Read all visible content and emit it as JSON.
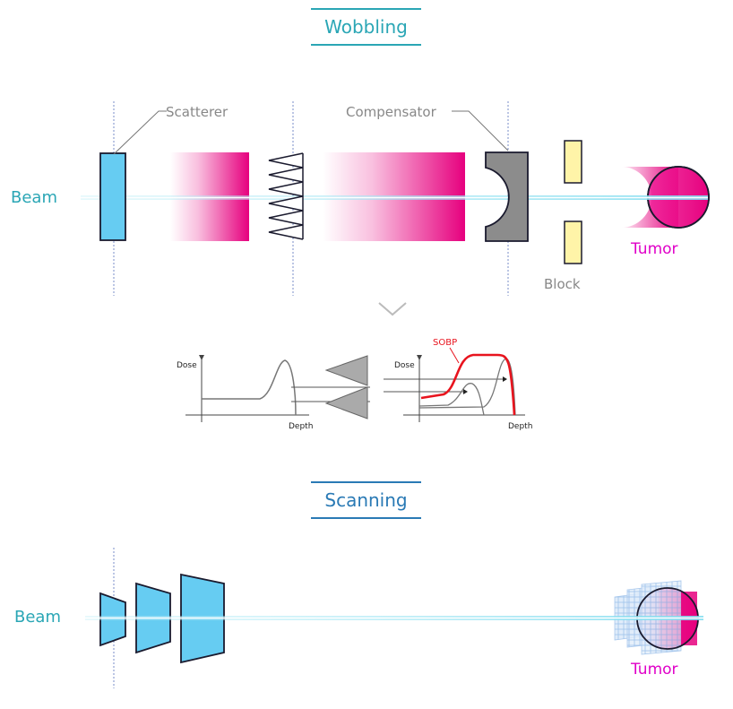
{
  "wobbling": {
    "title": "Wobbling",
    "beam_label": "Beam",
    "scatterer_label": "Scatterer",
    "compensator_label": "Compensator",
    "block_label": "Block",
    "tumor_label": "Tumor"
  },
  "sobp_chart": {
    "left_ylabel": "Dose",
    "left_xlabel": "Depth",
    "right_ylabel": "Dose",
    "right_xlabel": "Depth",
    "sobp_label": "SOBP"
  },
  "scanning": {
    "title": "Scanning",
    "beam_label": "Beam",
    "tumor_label": "Tumor"
  },
  "colors": {
    "title_teal": "#2aa6b5",
    "title_blue": "#2a7ab5",
    "beam_label": "#2aa6b5",
    "tumor_magenta": "#e000a0",
    "device_blue": "#66ccf2",
    "sobp_red": "#e8141e",
    "block_yellow": "#fff4a8"
  }
}
